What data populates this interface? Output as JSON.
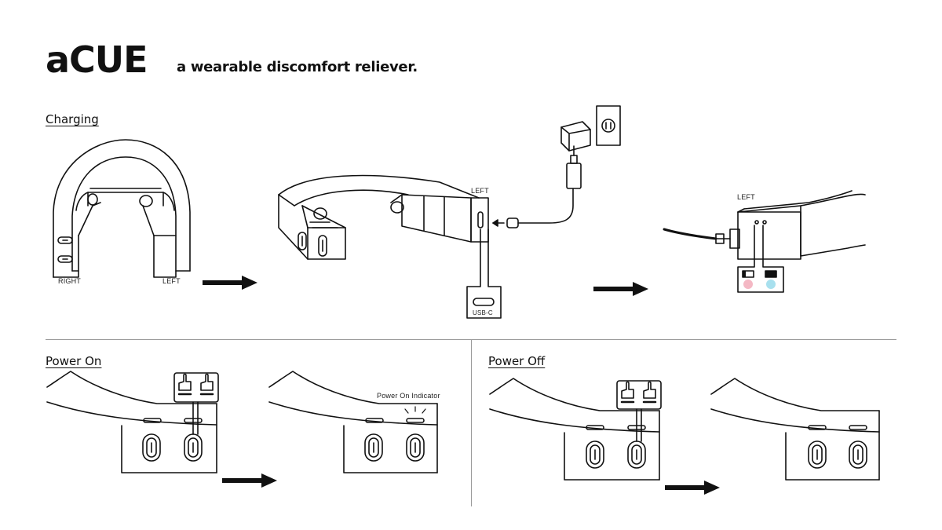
{
  "header": {
    "brand": "aCUE",
    "tagline": "a wearable discomfort reliever."
  },
  "sections": {
    "charging": "Charging",
    "power_on": "Power On",
    "power_off": "Power Off"
  },
  "labels": {
    "right": "RIGHT",
    "left_front": "LEFT",
    "left_side": "LEFT",
    "left_end": "LEFT",
    "usb_c": "USB-C",
    "power_on_indicator": "Power On Indicator"
  },
  "colors": {
    "stroke": "#111111",
    "low_battery_led": "#f4b8c4",
    "full_battery_led": "#a8e0ee",
    "divider": "#9a9a9a"
  },
  "icons": [
    "arrow-right-icon",
    "press-hand-icon",
    "battery-low-icon",
    "battery-full-icon",
    "usb-c-port-icon",
    "wall-outlet-icon",
    "power-adapter-icon"
  ]
}
